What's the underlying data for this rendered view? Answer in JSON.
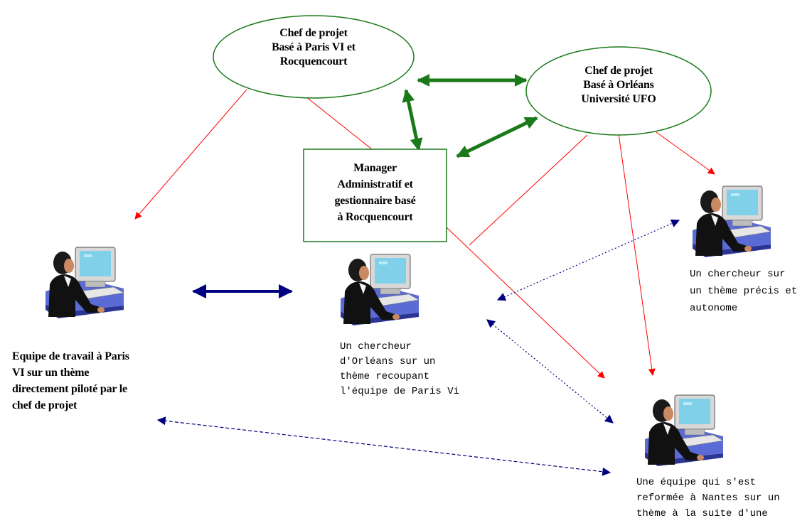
{
  "nodes": {
    "chef_paris": [
      "Chef de projet",
      "Basé à Paris VI et",
      "Rocquencourt"
    ],
    "chef_orleans": [
      "Chef de projet",
      "Basé à Orléans",
      "Université UFO"
    ],
    "manager": [
      "Manager",
      "Administratif et",
      "gestionnaire  basé",
      "à Rocquencourt"
    ],
    "equipe_paris": [
      "Equipe de travail à Paris",
      "VI sur un thème",
      "directement piloté par le",
      "chef de projet"
    ],
    "chercheur_orleans": [
      "Un chercheur",
      "d'Orléans sur un",
      "thème recoupant",
      "l'équipe de Paris Vi"
    ],
    "chercheur_autonome": [
      "Un chercheur sur",
      "un thème précis et",
      "autonome"
    ],
    "equipe_nantes": [
      "Une équipe qui s'est",
      "reformée à Nantes sur un",
      "thème à la suite d'une"
    ]
  },
  "colors": {
    "ellipse_border": "#1a7a1a",
    "green_arrow": "#1a7a1a",
    "red_arrow": "#ff0000",
    "navy_arrow": "#000080",
    "screen": "#7fd0e8",
    "desk": "#5b6bd6"
  },
  "icons": [
    "researcher-computer-icon"
  ]
}
